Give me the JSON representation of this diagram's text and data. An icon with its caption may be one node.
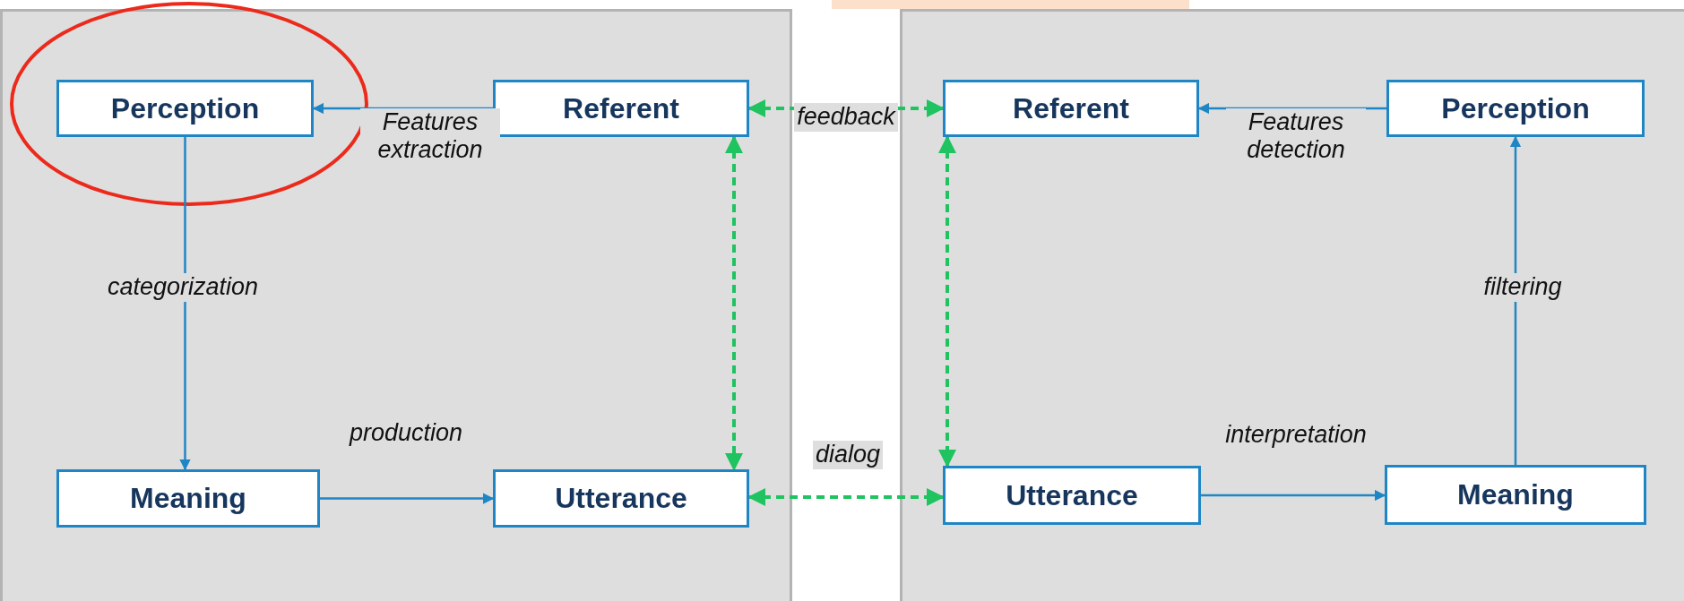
{
  "diagram": {
    "nodes": [
      {
        "text": [],
        "shape": "box"
      },
      {
        "text": [],
        "shape": "box"
      },
      {
        "text": [
          "Perception"
        ],
        "in": 0
      },
      {
        "text": [
          "Referent"
        ],
        "in": 0
      },
      {
        "text": [
          "Referent"
        ],
        "in": 1
      },
      {
        "text": [
          "Perception"
        ],
        "in": 1
      },
      {
        "text": [
          "Meaning"
        ],
        "in": 0
      },
      {
        "text": [
          "Utterance"
        ],
        "in": 0
      },
      {
        "text": [
          "Utterance"
        ],
        "in": 1
      },
      {
        "text": [
          "Meaning"
        ],
        "in": 1
      }
    ],
    "edges": [
      {
        "from": 3,
        "to": 2,
        "arrow": "to",
        "label": "Features extraction"
      },
      {
        "from": 3,
        "to": 4,
        "arrow": "both",
        "label": "feedback",
        "style": "dashed",
        "color": "#1fc35f"
      },
      {
        "from": 5,
        "to": 4,
        "arrow": "to",
        "label": "Features detection"
      },
      {
        "from": 2,
        "to": 6,
        "arrow": "to",
        "label": "categorization"
      },
      {
        "from": 3,
        "to": 7,
        "arrow": "both",
        "style": "dashed",
        "color": "#1fc35f"
      },
      {
        "from": 4,
        "to": 8,
        "arrow": "both",
        "style": "dashed",
        "color": "#1fc35f"
      },
      {
        "from": 9,
        "to": 5,
        "arrow": "to",
        "label": "filtering"
      },
      {
        "from": 6,
        "to": 7,
        "arrow": "to",
        "label": "production"
      },
      {
        "from": 7,
        "to": 8,
        "arrow": "both",
        "label": "dialog",
        "style": "dashed",
        "color": "#1fc35f"
      },
      {
        "from": 8,
        "to": 9,
        "arrow": "to",
        "label": "interpretation"
      }
    ]
  }
}
